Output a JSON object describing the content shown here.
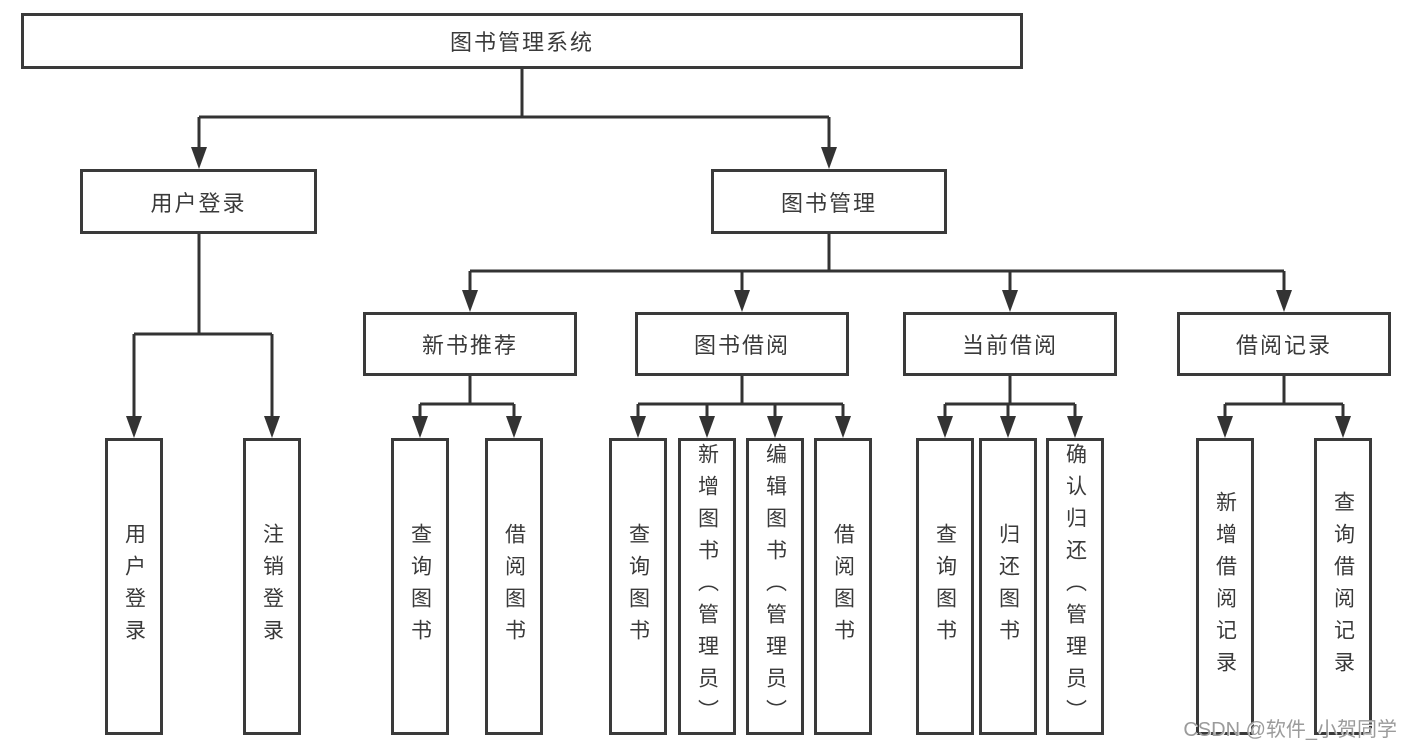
{
  "diagram": {
    "root": {
      "label": "图书管理系统"
    },
    "level2": {
      "user_login": {
        "label": "用户登录"
      },
      "book_management": {
        "label": "图书管理"
      }
    },
    "level3": {
      "new_book_recommend": {
        "label": "新书推荐"
      },
      "book_borrow": {
        "label": "图书借阅"
      },
      "current_borrow": {
        "label": "当前借阅"
      },
      "borrow_records": {
        "label": "借阅记录"
      }
    },
    "leaves": {
      "login": {
        "label": "用户登录"
      },
      "logout": {
        "label": "注销登录"
      },
      "newbook_query": {
        "label": "查询图书"
      },
      "newbook_borrow": {
        "label": "借阅图书"
      },
      "borrow_query": {
        "label": "查询图书"
      },
      "borrow_add": {
        "label": "新增图书（管理员）"
      },
      "borrow_edit": {
        "label": "编辑图书（管理员）"
      },
      "borrow_borrow": {
        "label": "借阅图书"
      },
      "current_query": {
        "label": "查询图书"
      },
      "current_return": {
        "label": "归还图书"
      },
      "current_confirm": {
        "label": "确认归还（管理员）"
      },
      "records_add": {
        "label": "新增借阅记录"
      },
      "records_query": {
        "label": "查询借阅记录"
      }
    }
  },
  "watermark": "CSDN @软件_小贺同学",
  "colors": {
    "line": "#333333",
    "border": "#3a3a3a",
    "watermark": "#9b9b9b",
    "background": "#ffffff"
  }
}
